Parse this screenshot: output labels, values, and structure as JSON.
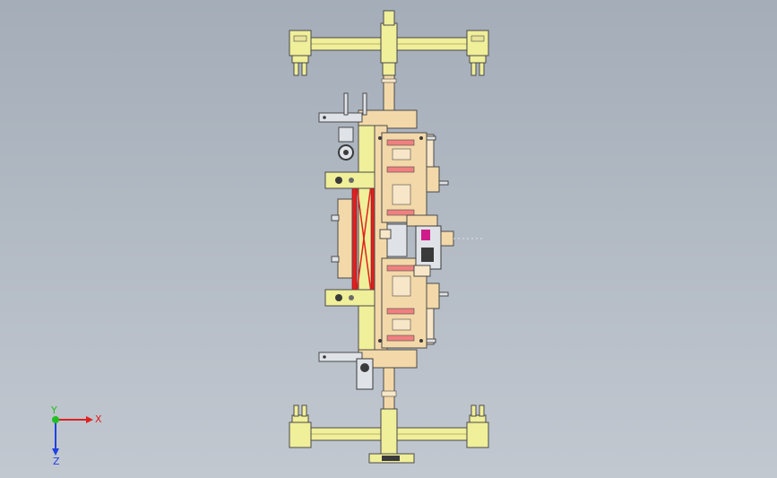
{
  "triad": {
    "x_label": "X",
    "y_label": "Y",
    "z_label": "Z",
    "x_color": "#e02020",
    "y_color": "#20c020",
    "z_color": "#2040e0"
  },
  "palette": {
    "background_top": "#a4adb8",
    "background_bottom": "#c2c8d0",
    "beam": "#f0ef9a",
    "plate": "#f3d9a9",
    "plate_light": "#f7e6c8",
    "outline": "#4a4a4a",
    "rail": "#e02020",
    "dark_part": "#3a3a3a",
    "magenta_part": "#d01c8b",
    "steel": "#dfe3e8"
  }
}
